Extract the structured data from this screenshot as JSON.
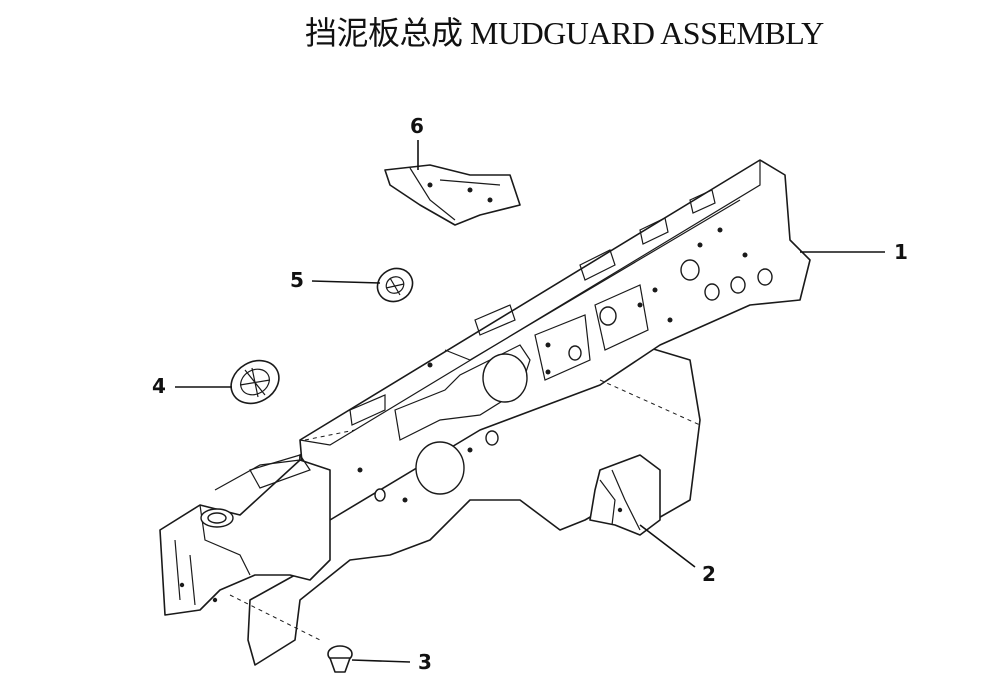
{
  "title": "挡泥板总成 MUDGUARD ASSEMBLY",
  "callouts": [
    {
      "id": "1",
      "label": "1"
    },
    {
      "id": "2",
      "label": "2"
    },
    {
      "id": "3",
      "label": "3"
    },
    {
      "id": "4",
      "label": "4"
    },
    {
      "id": "5",
      "label": "5"
    },
    {
      "id": "6",
      "label": "6"
    }
  ],
  "colors": {
    "line": "#1a1a1a",
    "background": "#ffffff"
  }
}
